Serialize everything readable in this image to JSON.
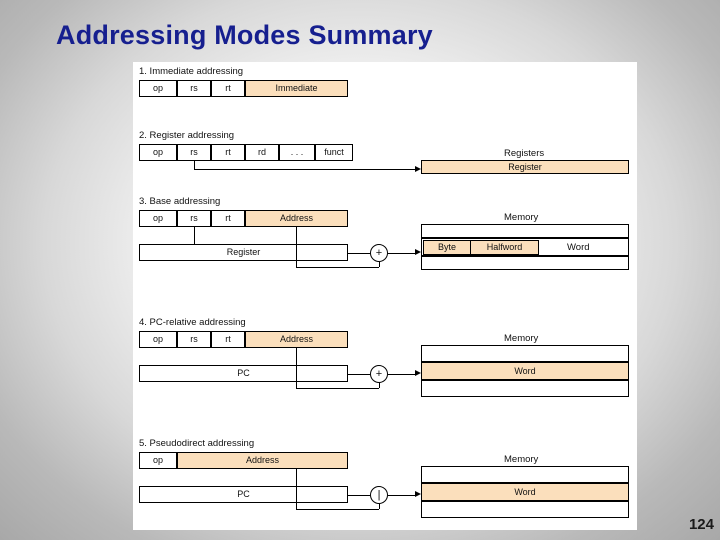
{
  "slide": {
    "title": "Addressing Modes Summary",
    "page_number": "124"
  },
  "diagram": {
    "sections": [
      {
        "id": 1,
        "heading": "1. Immediate addressing"
      },
      {
        "id": 2,
        "heading": "2. Register addressing"
      },
      {
        "id": 3,
        "heading": "3. Base addressing"
      },
      {
        "id": 4,
        "heading": "4. PC-relative addressing"
      },
      {
        "id": 5,
        "heading": "5. Pseudodirect addressing"
      }
    ],
    "instruction_fields": {
      "op": "op",
      "rs": "rs",
      "rt": "rt",
      "rd": "rd",
      "dots": ". . .",
      "funct": "funct",
      "immediate": "Immediate",
      "address": "Address"
    },
    "labels": {
      "registers": "Registers",
      "register": "Register",
      "memory": "Memory",
      "byte": "Byte",
      "halfword": "Halfword",
      "word": "Word",
      "pc": "PC",
      "plus": "+",
      "times": "|"
    }
  }
}
